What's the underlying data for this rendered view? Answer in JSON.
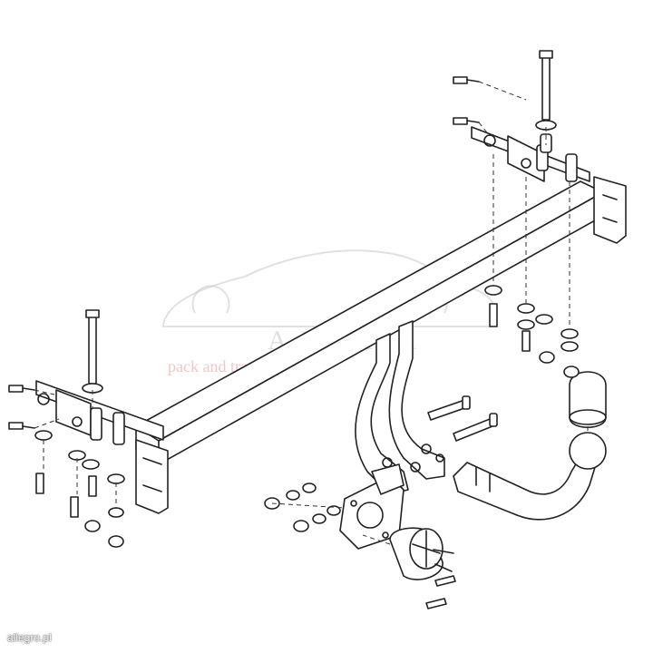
{
  "watermark": {
    "brand": "AHAKA",
    "tagline": "pack and travel",
    "corner_label": "allegro.pl"
  },
  "diagram": {
    "subject": "tow bar assembly exploded view",
    "colors": {
      "stroke": "#222222",
      "fill": "#ffffff",
      "watermark": "#c9c9c9",
      "tagline": "#e8a3a3"
    }
  }
}
